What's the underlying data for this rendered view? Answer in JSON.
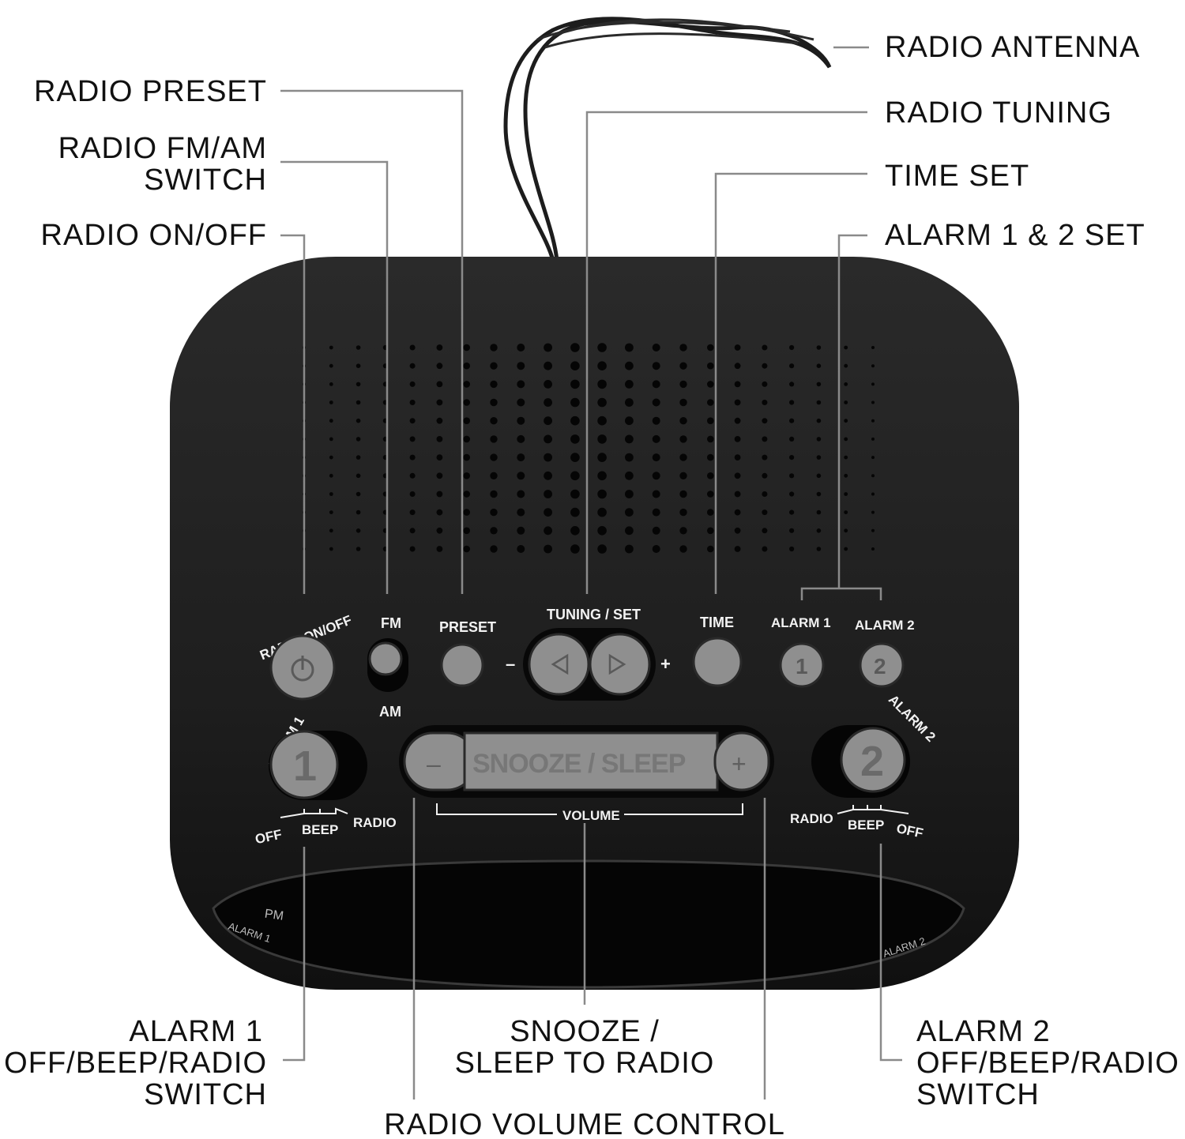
{
  "callouts": {
    "radio_antenna": "RADIO ANTENNA",
    "radio_preset": "RADIO PRESET",
    "radio_tuning": "RADIO TUNING",
    "fm_am_line1": "RADIO FM/AM",
    "fm_am_line2": "SWITCH",
    "time_set": "TIME SET",
    "radio_on_off": "RADIO ON/OFF",
    "alarm_set": "ALARM 1 & 2 SET",
    "alarm1_switch_line1": "ALARM 1",
    "alarm1_switch_line2": "OFF/BEEP/RADIO",
    "alarm1_switch_line3": "SWITCH",
    "snooze_line1": "SNOOZE /",
    "snooze_line2": "SLEEP TO RADIO",
    "alarm2_switch_line1": "ALARM 2",
    "alarm2_switch_line2": "OFF/BEEP/RADIO",
    "alarm2_switch_line3": "SWITCH",
    "volume_control": "RADIO VOLUME CONTROL"
  },
  "device": {
    "radio_on_off": "RADIO ON/OFF",
    "fm": "FM",
    "am": "AM",
    "preset": "PRESET",
    "tuning_set": "TUNING / SET",
    "minus": "–",
    "plus": "+",
    "time": "TIME",
    "alarm1": "ALARM 1",
    "alarm2": "ALARM 2",
    "alarm1_btn": "1",
    "alarm2_btn": "2",
    "snooze_sleep": "SNOOZE / SLEEP",
    "vol_minus": "–",
    "vol_plus": "+",
    "volume": "VOLUME",
    "off_left": "OFF",
    "beep_left": "BEEP",
    "radio_left": "RADIO",
    "radio_right": "RADIO",
    "beep_right": "BEEP",
    "off_right": "OFF",
    "pm": "PM",
    "display_alarm1": "ALARM 1",
    "display_alarm2": "ALARM 2"
  },
  "colors": {
    "body": "#1c1c1c",
    "button": "#8f8f8f",
    "leader": "#8a8a8a"
  }
}
